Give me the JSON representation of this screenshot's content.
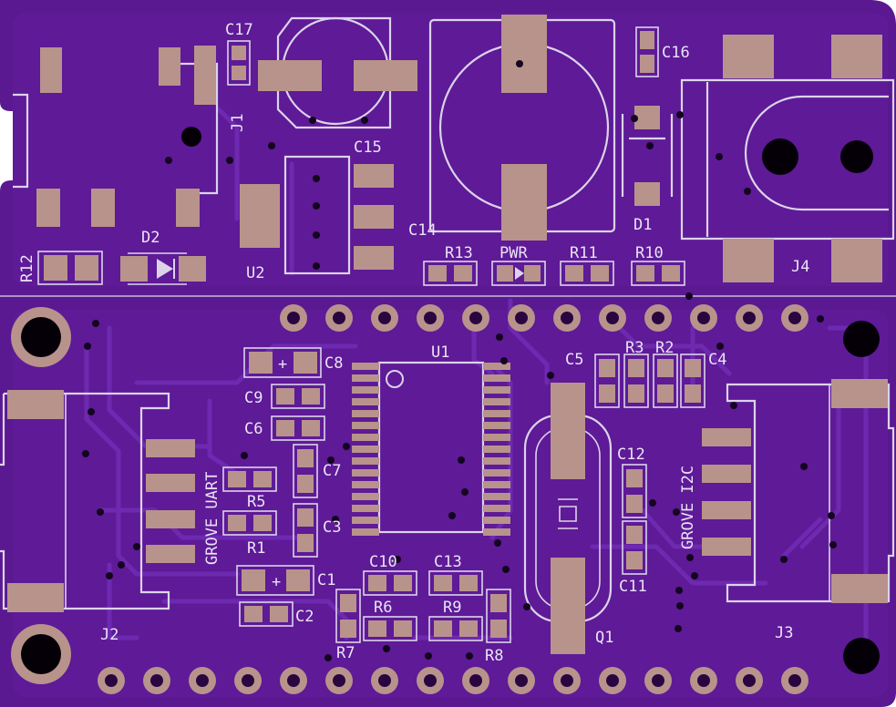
{
  "board": {
    "colors": {
      "substrate": "#5a1991",
      "copper_fill": "#5e1a97",
      "trace": "#6d2ab0",
      "pad": "#b8938b",
      "silkscreen": "#dcd3ea",
      "hole": "#050008"
    }
  },
  "labels": {
    "C17": "C17",
    "J1": "J1",
    "C15": "C15",
    "C16": "C16",
    "D1": "D1",
    "J4": "J4",
    "C14": "C14",
    "U2": "U2",
    "R12": "R12",
    "D2": "D2",
    "R13": "R13",
    "PWR": "PWR",
    "R11": "R11",
    "R10": "R10",
    "U1": "U1",
    "C8": "C8",
    "C5": "C5",
    "R3": "R3",
    "R2": "R2",
    "C4": "C4",
    "C9": "C9",
    "C6": "C6",
    "C7": "C7",
    "C12": "C12",
    "GROVE_UART": "GROVE UART",
    "GROVE_I2C": "GROVE I2C",
    "R5": "R5",
    "R1": "R1",
    "C3": "C3",
    "C11": "C11",
    "C1": "C1",
    "C10": "C10",
    "C13": "C13",
    "C2": "C2",
    "R6": "R6",
    "R9": "R9",
    "J2": "J2",
    "J3": "J3",
    "R7": "R7",
    "R8": "R8",
    "Q1": "Q1",
    "plus_c8": "+",
    "plus_c1": "+"
  },
  "headers": {
    "top_row_pins": 12,
    "bottom_row_pins": 16
  }
}
